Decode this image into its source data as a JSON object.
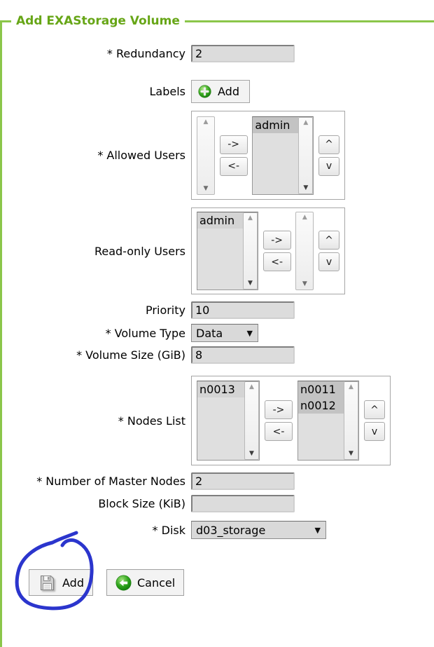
{
  "title": "Add EXAStorage Volume",
  "colors": {
    "title_green": "#67a617",
    "border_green": "#8bc64a",
    "annotation_blue": "#2b35cd",
    "list_selected": "#c3c3c3",
    "input_bg": "#dcdcdc"
  },
  "duallist": {
    "to_right": "->",
    "to_left": "<-",
    "up": "^",
    "down": "v"
  },
  "fields": {
    "redundancy": {
      "label": "* Redundancy",
      "value": "2"
    },
    "labels": {
      "label": "Labels",
      "add_button": "Add"
    },
    "allowed_users": {
      "label": "* Allowed Users",
      "available": [],
      "selected": [
        "admin"
      ]
    },
    "readonly_users": {
      "label": "Read-only Users",
      "available": [
        "admin"
      ],
      "selected": []
    },
    "priority": {
      "label": "Priority",
      "value": "10"
    },
    "volume_type": {
      "label": "* Volume Type",
      "value": "Data"
    },
    "volume_size": {
      "label": "* Volume Size (GiB)",
      "value": "8"
    },
    "nodes_list": {
      "label": "* Nodes List",
      "available": [
        "n0013"
      ],
      "selected": [
        "n0011",
        "n0012"
      ]
    },
    "master_nodes": {
      "label": "* Number of Master Nodes",
      "value": "2"
    },
    "block_size": {
      "label": "Block Size (KiB)",
      "value": ""
    },
    "disk": {
      "label": "* Disk",
      "value": "d03_storage"
    }
  },
  "actions": {
    "add": "Add",
    "cancel": "Cancel"
  }
}
